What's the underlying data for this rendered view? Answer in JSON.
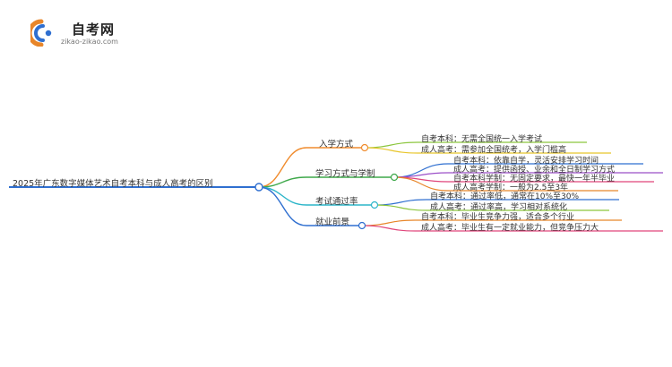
{
  "logo": {
    "title": "自考网",
    "url": "zikao-zikao.com",
    "colors": {
      "orange": "#e8862a",
      "blue": "#2f6fd0"
    }
  },
  "root": "2025年广东数字媒体艺术自考本科与成人高考的区别",
  "root_color": "#2f6fd0",
  "branches": [
    {
      "label": "入学方式",
      "color": "#f08c2e",
      "leaves": [
        {
          "text": "自考本科：无需全国统一入学考试",
          "color": "#8cc63e"
        },
        {
          "text": "成人高考：需参加全国统考，入学门槛高",
          "color": "#e8c52a"
        }
      ]
    },
    {
      "label": "学习方式与学制",
      "color": "#3ea84a",
      "leaves": [
        {
          "text": "自考本科：依靠自学，灵活安排学习时间",
          "color": "#2f6fd0"
        },
        {
          "text": "成人高考：提供函授、业余和全日制学习方式",
          "color": "#9b4fc8"
        },
        {
          "text": "自考本科学制：无固定要求，最快一年半毕业",
          "color": "#e0457b"
        },
        {
          "text": "成人高考学制：一般为2.5至3年",
          "color": "#e8862a"
        }
      ]
    },
    {
      "label": "考试通过率",
      "color": "#2bb5c9",
      "leaves": [
        {
          "text": "自考本科：通过率低，通常在10%至30%",
          "color": "#2f6fd0"
        },
        {
          "text": "成人高考：通过率高，学习相对系统化",
          "color": "#8cc63e"
        }
      ]
    },
    {
      "label": "就业前景",
      "color": "#2f6fd0",
      "leaves": [
        {
          "text": "自考本科：毕业生竞争力强，适合多个行业",
          "color": "#e8862a"
        },
        {
          "text": "成人高考：毕业生有一定就业能力，但竞争压力大",
          "color": "#e0457b"
        }
      ]
    }
  ]
}
